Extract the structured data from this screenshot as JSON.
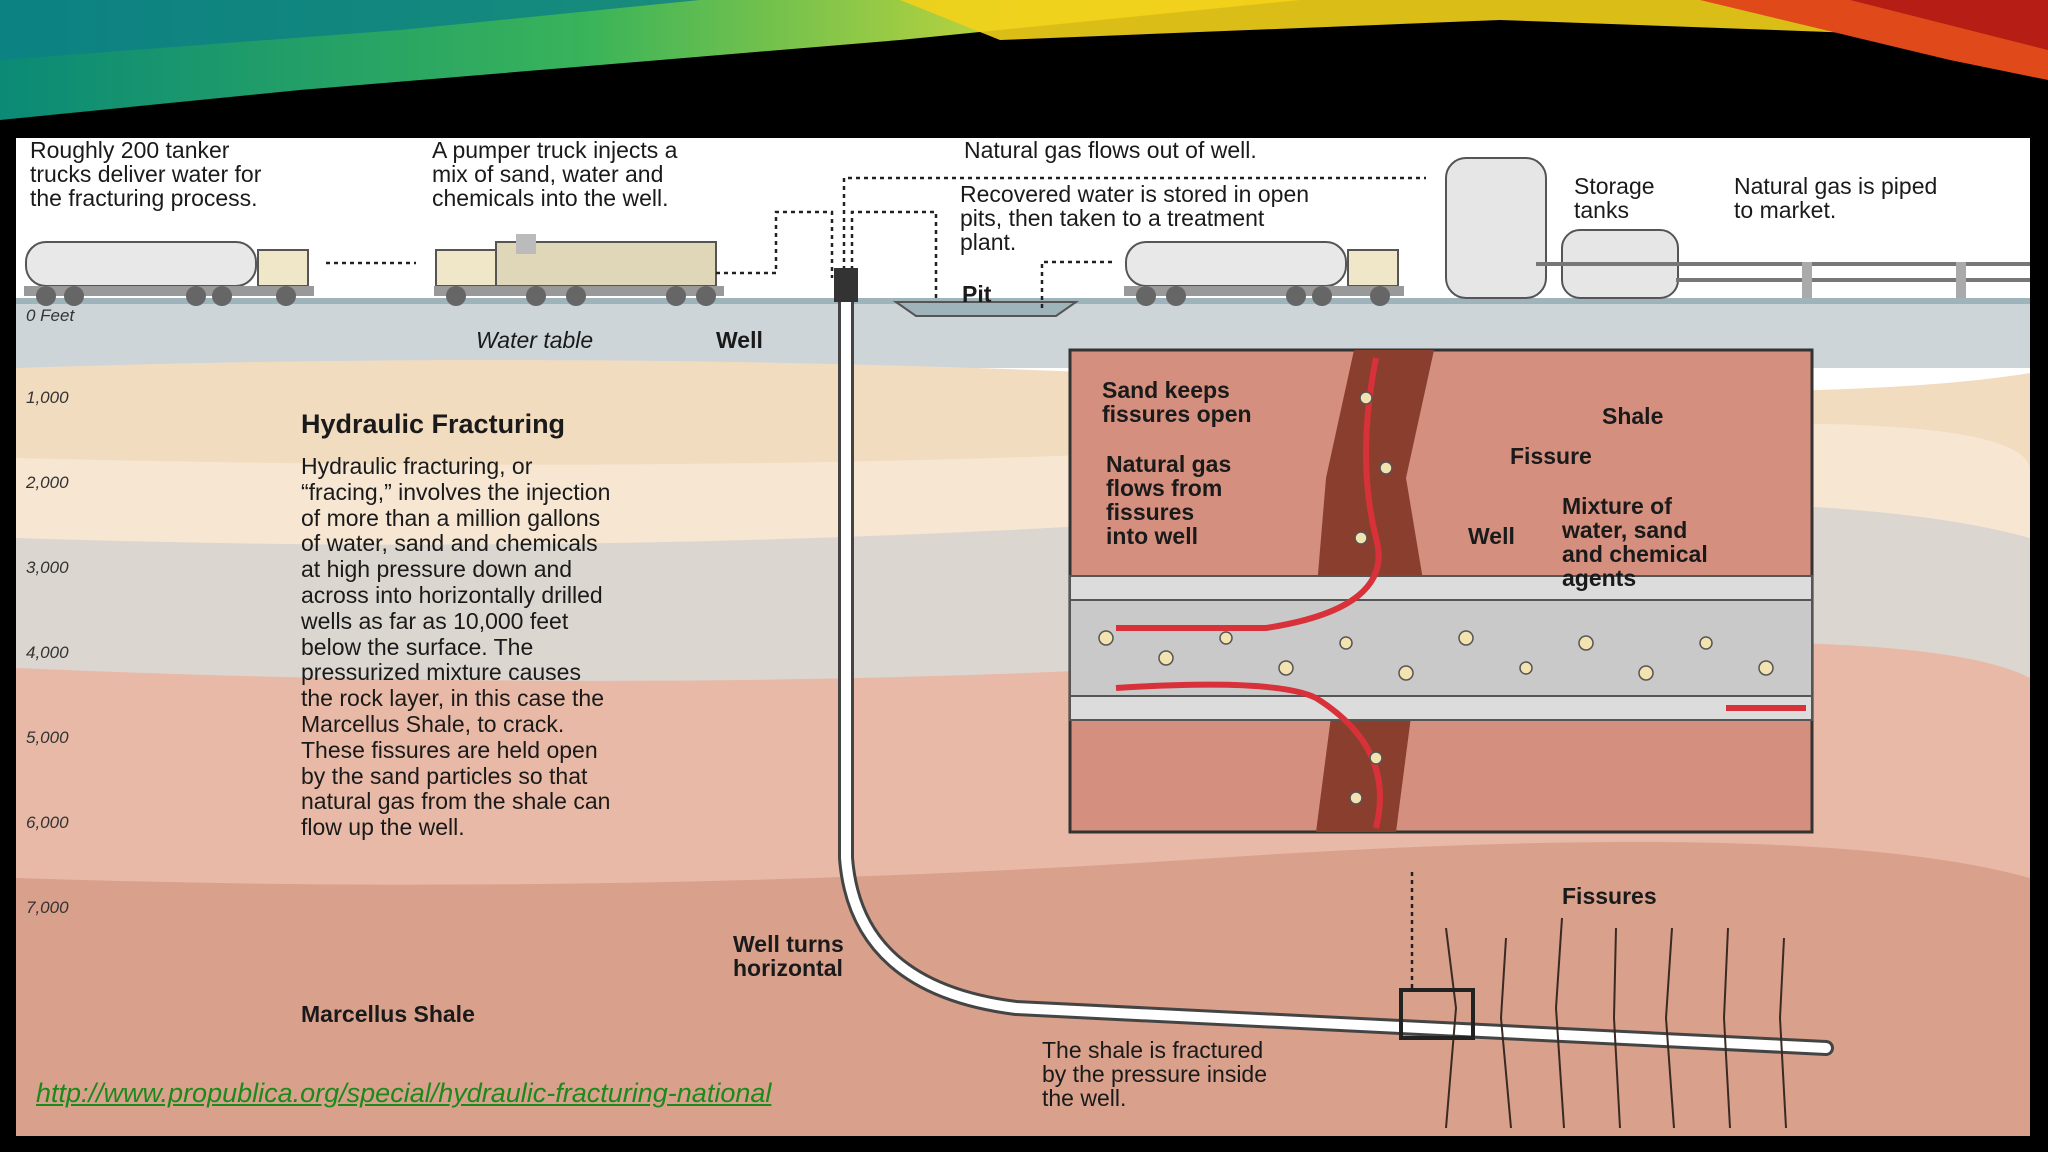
{
  "labels": {
    "tankers": "Roughly 200 tanker\ntrucks deliver water for\nthe fracturing process.",
    "pumper": "A pumper truck injects a\nmix of sand, water and\nchemicals into the well.",
    "gas_out": "Natural gas flows out of well.",
    "recovered": "Recovered water is stored in open\npits, then taken to a treatment\nplant.",
    "storage": "Storage\ntanks",
    "piped": "Natural gas is piped\nto market.",
    "pit": "Pit",
    "water_table": "Water table",
    "well": "Well",
    "well_turns": "Well turns\nhorizontal",
    "marcellus": "Marcellus Shale",
    "fissures": "Fissures",
    "fractured": "The shale is fractured\nby the pressure inside\nthe well."
  },
  "depths": [
    "0 Feet",
    "1,000",
    "2,000",
    "3,000",
    "4,000",
    "5,000",
    "6,000",
    "7,000"
  ],
  "article": {
    "title": "Hydraulic Fracturing",
    "body": "Hydraulic fracturing, or\n“fracing,” involves the injection\nof more than a million gallons\nof water, sand and chemicals\nat high pressure down and\nacross into horizontally drilled\nwells as far as 10,000 feet\nbelow the surface. The\npressurized mixture causes\nthe rock layer, in this case the\nMarcellus Shale, to crack.\nThese fissures are held open\nby the sand particles so that\nnatural gas from the shale can\nflow up the well."
  },
  "inset": {
    "sand": "Sand keeps\nfissures open",
    "shale": "Shale",
    "fissure": "Fissure",
    "natural_gas": "Natural gas\nflows from\nfissures\ninto well",
    "well": "Well",
    "mixture": "Mixture of\nwater, sand\nand chemical\nagents"
  },
  "link": "http://www.propublica.org/special/hydraulic-fracturing-national",
  "colors": {
    "sky": "#ffffff",
    "surface": "#cfd8dc",
    "layer_tan": "#f2dcc0",
    "layer_pink": "#e8b9a6",
    "layer_red": "#d9a08c",
    "fissure_brown": "#8a3f2e",
    "flow_red": "#d8313a",
    "link_green": "#1b8a1b"
  }
}
